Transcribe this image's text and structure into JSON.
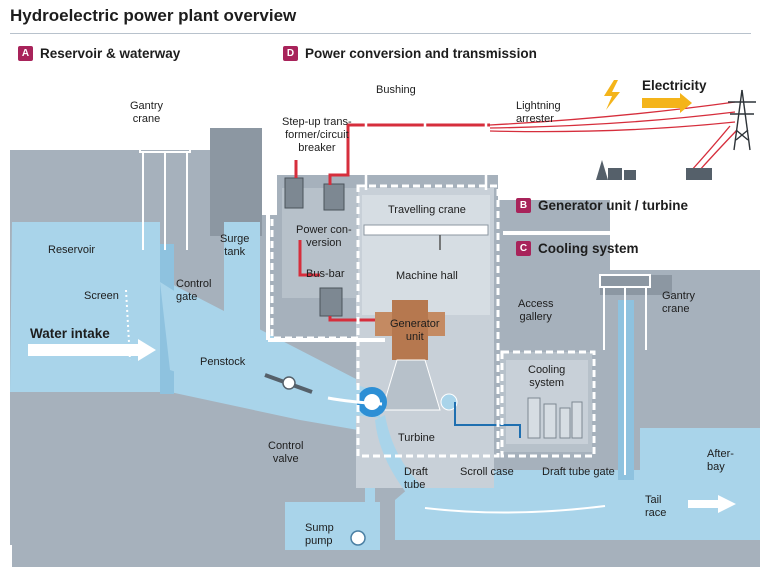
{
  "title": "Hydroelectric power plant overview",
  "colors": {
    "badge": "#a8235a",
    "water": "#a9d4ea",
    "structure": "#a6b1bc",
    "dark_structure": "#7d8892",
    "cable": "#d62e3c",
    "bolt": "#f4b41a",
    "generator": "#c48a62",
    "frame": "#ffffff"
  },
  "sections": [
    {
      "letter": "A",
      "label": "Reservoir & waterway"
    },
    {
      "letter": "D",
      "label": "Power conversion and transmission"
    },
    {
      "letter": "B",
      "label": "Generator unit / turbine"
    },
    {
      "letter": "C",
      "label": "Cooling system"
    }
  ],
  "labels": {
    "gantry_crane_left": "Gantry\ncrane",
    "reservoir": "Reservoir",
    "screen": "Screen",
    "water_intake": "Water intake",
    "surge_tank": "Surge\ntank",
    "control_gate": "Control\ngate",
    "penstock": "Penstock",
    "control_valve": "Control\nvalve",
    "sump_pump": "Sump\npump",
    "draft_tube": "Draft\ntube",
    "scroll_case": "Scroll case",
    "draft_tube_gate": "Draft tube gate",
    "tail_race": "Tail\nrace",
    "after_bay": "After-\nbay",
    "gantry_crane_right": "Gantry\ncrane",
    "access_gallery": "Access\ngallery",
    "cooling_system": "Cooling\nsystem",
    "turbine": "Turbine",
    "generator_unit": "Generator\nunit",
    "machine_hall": "Machine hall",
    "travelling_crane": "Travelling crane",
    "power_conversion": "Power con-\nversion",
    "bus_bar": "Bus-bar",
    "step_up": "Step-up trans-\nformer/circuit\nbreaker",
    "bushing": "Bushing",
    "lightning_arrester": "Lightning\narrester",
    "electricity": "Electricity"
  },
  "icons": [
    "lightning-bolt-icon",
    "arrow-right-icon",
    "transmission-tower-icon",
    "village-icon",
    "transformer-icon",
    "person-icon"
  ]
}
